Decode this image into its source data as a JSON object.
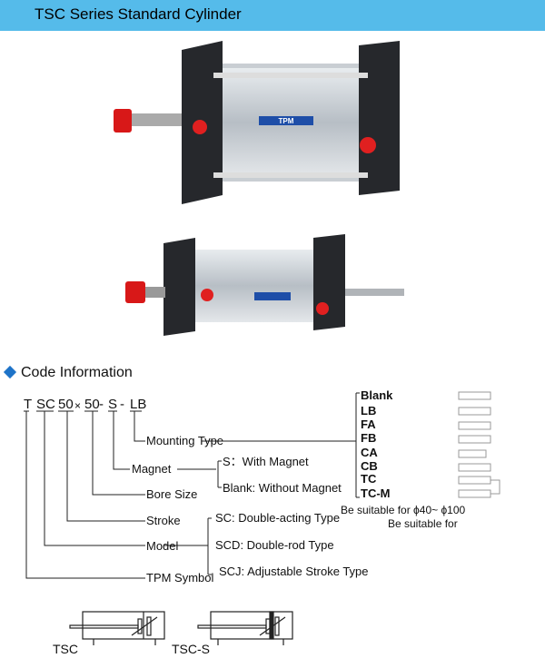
{
  "header": {
    "title": "TSC Series Standard Cylinder"
  },
  "photos": {
    "brand": "TPM"
  },
  "section": {
    "title": "Code Information",
    "accent": "#1e73c8"
  },
  "code": {
    "parts": [
      "T",
      "SC",
      "50",
      "×",
      "50",
      "-",
      "S",
      "-",
      "LB"
    ]
  },
  "labels": {
    "mounting": "Mounting Type",
    "magnet": "Magnet",
    "bore": "Bore Size",
    "stroke": "Stroke",
    "model": "Model",
    "symbol": "TPM Symbol"
  },
  "magnet_options": [
    "S：With Magnet",
    "Blank: Without Magnet"
  ],
  "model_options": [
    "SC: Double-acting Type",
    "SCD: Double-rod Type",
    "SCJ: Adjustable Stroke Type"
  ],
  "mounting_options": [
    "Blank",
    "LB",
    "FA",
    "FB",
    "CA",
    "CB",
    "TC",
    "TC-M"
  ],
  "notes": {
    "suitable_range": "Be suitable for ϕ40~ ϕ100",
    "suitable": "Be suitable for"
  },
  "symbols": {
    "tsc": "TSC",
    "tsc_s": "TSC-S"
  }
}
